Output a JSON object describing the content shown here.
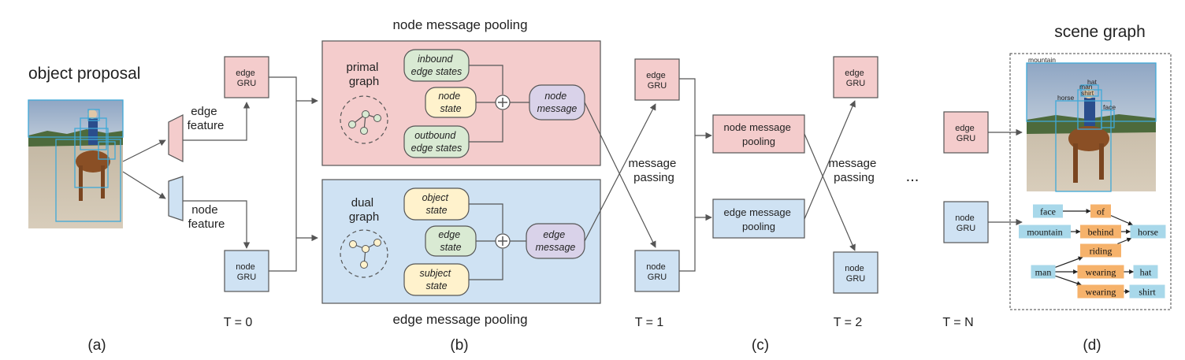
{
  "panels": {
    "a": {
      "caption": "(a)",
      "title": "object proposal",
      "edge_feature": [
        "edge",
        "feature"
      ],
      "node_feature": [
        "node",
        "feature"
      ]
    },
    "b": {
      "caption": "(b)",
      "top_title": "node message pooling",
      "bottom_title": "edge message pooling",
      "primal": {
        "label": [
          "primal",
          "graph"
        ],
        "inbound": [
          "inbound",
          "edge states"
        ],
        "state": [
          "node",
          "state"
        ],
        "outbound": [
          "outbound",
          "edge states"
        ],
        "message": [
          "node",
          "message"
        ]
      },
      "dual": {
        "label": [
          "dual",
          "graph"
        ],
        "object": [
          "object",
          "state"
        ],
        "state": [
          "edge",
          "state"
        ],
        "subject": [
          "subject",
          "state"
        ],
        "message": [
          "edge",
          "message"
        ]
      }
    },
    "c": {
      "caption": "(c)",
      "message_passing": [
        "message",
        "passing"
      ],
      "node_pool": [
        "node message",
        "pooling"
      ],
      "edge_pool": [
        "edge message",
        "pooling"
      ],
      "ellipsis": "..."
    },
    "d": {
      "caption": "(d)",
      "title": "scene graph"
    }
  },
  "gru": {
    "edge": [
      "edge",
      "GRU"
    ],
    "node": [
      "node",
      "GRU"
    ]
  },
  "timesteps": [
    "T = 0",
    "T = 1",
    "T = 2",
    "T = N"
  ],
  "scene_graph": {
    "box_labels": [
      "mountain",
      "horse",
      "man",
      "hat",
      "shirt",
      "face"
    ],
    "objects": [
      {
        "id": "face",
        "label": "face"
      },
      {
        "id": "mountain",
        "label": "mountain"
      },
      {
        "id": "horse",
        "label": "horse"
      },
      {
        "id": "man",
        "label": "man"
      },
      {
        "id": "hat",
        "label": "hat"
      },
      {
        "id": "shirt",
        "label": "shirt"
      }
    ],
    "predicates": [
      {
        "id": "of",
        "label": "of"
      },
      {
        "id": "behind",
        "label": "behind"
      },
      {
        "id": "riding",
        "label": "riding"
      },
      {
        "id": "wearing1",
        "label": "wearing"
      },
      {
        "id": "wearing2",
        "label": "wearing"
      }
    ],
    "relations": [
      [
        "face",
        "of",
        "horse"
      ],
      [
        "mountain",
        "behind",
        "horse"
      ],
      [
        "man",
        "riding",
        "horse"
      ],
      [
        "man",
        "wearing1",
        "hat"
      ],
      [
        "man",
        "wearing2",
        "shirt"
      ]
    ]
  },
  "colors": {
    "red_fill": "#f4cccc",
    "blue_fill": "#cfe2f3",
    "green_fill": "#d9ead3",
    "yellow_fill": "#fff2cc",
    "purple_fill": "#d9d2e9",
    "object_fill": "#a8d8ea",
    "predicate_fill": "#f6b26b",
    "box_stroke": "#3fa9d8",
    "line": "#555555"
  }
}
